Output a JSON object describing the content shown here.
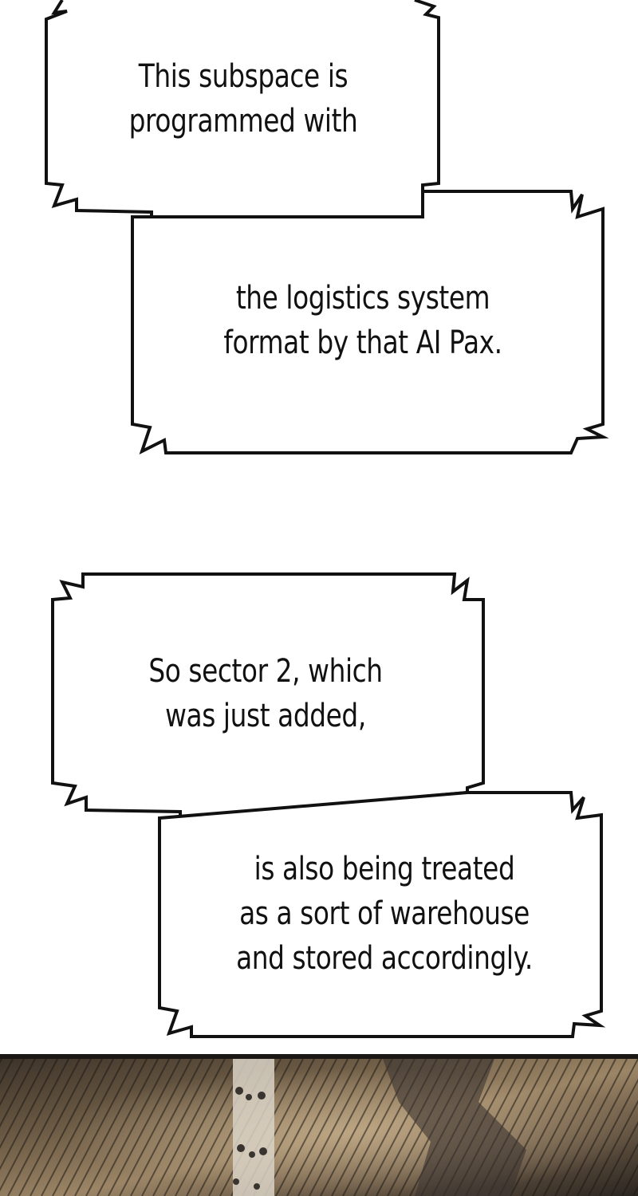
{
  "colors": {
    "background": "#ffffff",
    "outline": "#111111",
    "text": "#111111",
    "scene_dark": "#2a2520",
    "scene_mid": "#5a4c3c",
    "scene_light": "#a89274"
  },
  "captions": {
    "box1": {
      "lines": [
        "This subspace is",
        "programmed with"
      ]
    },
    "box2": {
      "lines": [
        "the logistics system",
        "format by that AI Pax."
      ]
    },
    "box3": {
      "lines": [
        "So sector 2, which",
        "was just added,"
      ]
    },
    "box4": {
      "lines": [
        "is also being treated",
        "as a sort of warehouse",
        "and stored accordingly."
      ]
    }
  }
}
